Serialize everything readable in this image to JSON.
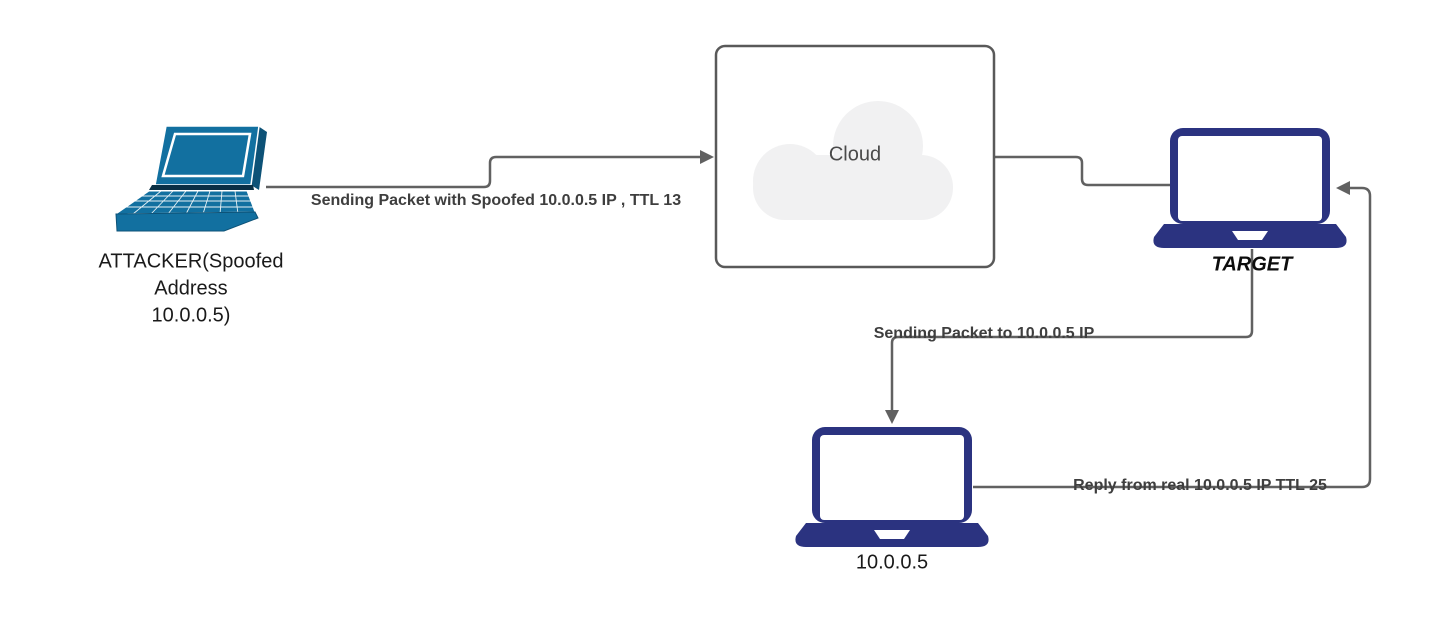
{
  "diagram": {
    "type": "network-ip-spoofing-flow",
    "background_color": "#ffffff",
    "colors": {
      "attacker_laptop_fill": "#1270A0",
      "victim_laptop_fill": "#2B3380",
      "connector_stroke": "#616161",
      "cloud_box_border": "#595959",
      "cloud_shape_fill": "#F1F1F2",
      "edge_label_text": "#3E3E3E",
      "node_label_text": "#1A1A1A"
    },
    "nodes": {
      "attacker": {
        "icon": "laptop-perspective-icon",
        "label_line1": "ATTACKER(Spoofed",
        "label_line2": "Address",
        "label_line3": "10.0.0.5)"
      },
      "cloud": {
        "icon": "cloud-icon",
        "label": "Cloud"
      },
      "target": {
        "icon": "laptop-front-icon",
        "label": "TARGET"
      },
      "real_host": {
        "icon": "laptop-front-icon",
        "label": "10.0.0.5"
      }
    },
    "edges": {
      "attacker_to_cloud": {
        "label": "Sending Packet with Spoofed 10.0.0.5 IP , TTL 13",
        "arrow": "right"
      },
      "cloud_to_target": {
        "label": "",
        "arrow": "none"
      },
      "target_to_real_host": {
        "label": "Sending Packet to 10.0.0.5 IP",
        "arrow": "down"
      },
      "real_host_to_target": {
        "label": "Reply from real 10.0.0.5 IP TTL 25",
        "arrow": "left"
      }
    }
  }
}
